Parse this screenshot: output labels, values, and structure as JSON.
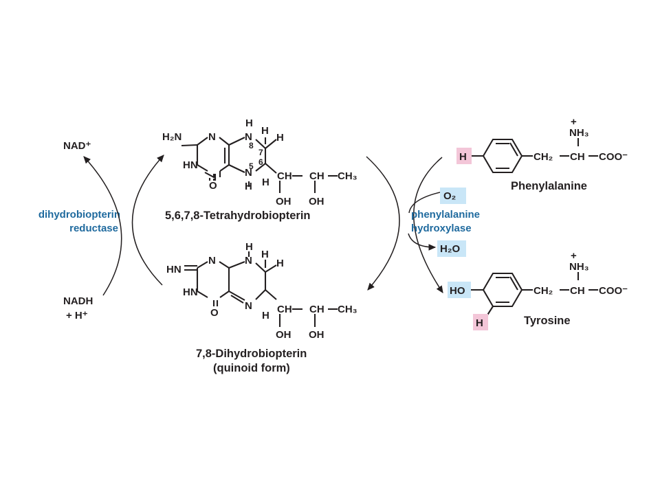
{
  "cofactor_cycle": {
    "nad_plus": "NAD⁺",
    "nadh": "NADH",
    "plus_h": "+ H⁺",
    "enzyme_left_1": "dihydrobiopterin",
    "enzyme_left_2": "reductase"
  },
  "tetrahydrobiopterin": {
    "name": "5,6,7,8-Tetrahydrobiopterin",
    "atoms": {
      "h2n": "H₂N",
      "n_top": "N",
      "hn": "HN",
      "o": "O",
      "n8": "N",
      "h_n8": "H",
      "n5": "N",
      "h_n5": "H",
      "h_c7a": "H",
      "h_c7b": "H",
      "h_c6": "H",
      "ch1": "CH",
      "ch2": "CH",
      "ch3": "CH₃",
      "oh1": "OH",
      "oh2": "OH",
      "num8": "8",
      "num7": "7",
      "num6": "6",
      "num5": "5"
    }
  },
  "dihydrobiopterin": {
    "name": "7,8-Dihydrobiopterin",
    "subname": "(quinoid form)",
    "atoms": {
      "hn_top": "HN",
      "n_top": "N",
      "hn": "HN",
      "o": "O",
      "n8": "N",
      "h_n8": "H",
      "n5": "N",
      "h_c7a": "H",
      "h_c7b": "H",
      "h_c6": "H",
      "ch1": "CH",
      "ch2": "CH",
      "ch3": "CH₃",
      "oh1": "OH",
      "oh2": "OH"
    }
  },
  "hydroxylase": {
    "o2": "O₂",
    "h2o": "H₂O",
    "enzyme_right_1": "phenylalanine",
    "enzyme_right_2": "hydroxylase"
  },
  "phenylalanine": {
    "name": "Phenylalanine",
    "h_sub": "H",
    "nh3": "NH₃",
    "plus": "+",
    "ch2": "CH₂",
    "ch": "CH",
    "coo": "COO⁻"
  },
  "tyrosine": {
    "name": "Tyrosine",
    "ho": "HO",
    "h_sub": "H",
    "nh3": "NH₃",
    "plus": "+",
    "ch2": "CH₂",
    "ch": "CH",
    "coo": "COO⁻"
  },
  "colors": {
    "enzyme_text": "#1f6a9e",
    "highlight_pink": "#f3c6d8",
    "highlight_blue": "#c9e6f7",
    "ink": "#231f20"
  }
}
